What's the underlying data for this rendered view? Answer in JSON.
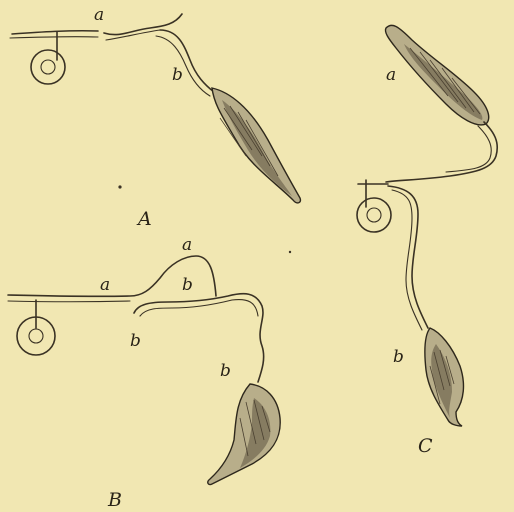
{
  "labels": {
    "a_top": "a",
    "b_top": "b",
    "A": "A",
    "a_right": "a",
    "b_right": "b",
    "C": "C",
    "a_b_upper": "a",
    "a_b_mid": "a",
    "b_b_mid": "b",
    "b_b_low": "b",
    "b_b_right": "b",
    "B": "B"
  }
}
